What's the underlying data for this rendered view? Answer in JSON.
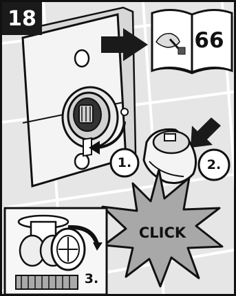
{
  "step_number": "18",
  "manual_reference": "66",
  "callouts": {
    "step1": "1.",
    "step2": "2.",
    "step3": "3."
  },
  "click_label": "CLICK",
  "colors": {
    "outline": "#111111",
    "background": "#e6e6e6",
    "tile_lines": "#ffffff",
    "burst_fill": "#a8a8a8",
    "arrow_fill": "#1a1a1a"
  },
  "icons": [
    "book-icon",
    "hand-with-screwdriver-icon",
    "arrow-right-icon",
    "arrow-diagonal-icon",
    "rotate-arrow-icon",
    "valve-knob-icon"
  ]
}
